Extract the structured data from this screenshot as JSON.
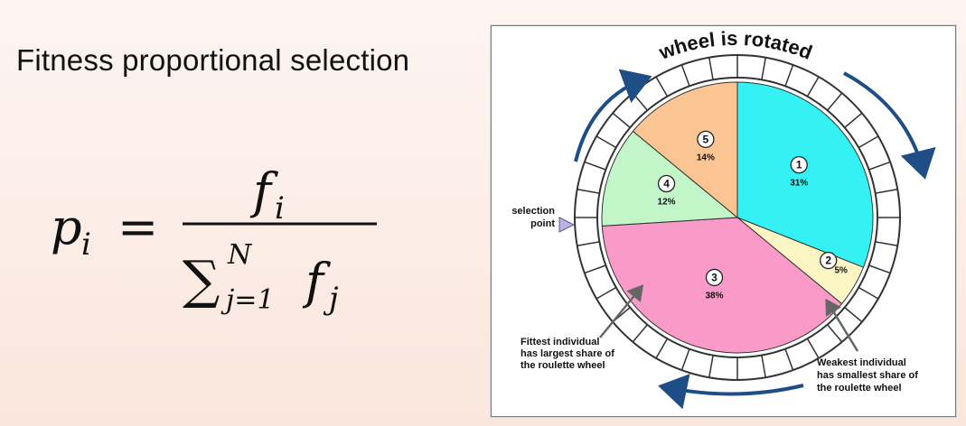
{
  "slide": {
    "title": "Fitness proportional selection"
  },
  "formula": {
    "lhs": "p",
    "lhs_sub": "i",
    "equals": "=",
    "numerator": "f",
    "numerator_sub": "i",
    "sum_symbol": "∑",
    "sum_lower": "j=1",
    "sum_upper": "N",
    "denominator": "f",
    "denominator_sub": "j"
  },
  "wheel": {
    "title": "wheel is rotated",
    "selection_point_line1": "selection",
    "selection_point_line2": "point",
    "fittest_line1": "Fittest individual",
    "fittest_line2": "has largest share of",
    "fittest_line3": "the roulette wheel",
    "weakest_line1": "Weakest individual",
    "weakest_line2": "has smallest share of",
    "weakest_line3": "the roulette wheel",
    "colors": {
      "arrow": "#1f4e87",
      "ring_border": "#333333"
    }
  },
  "chart_data": {
    "type": "pie",
    "slices": [
      {
        "id": "1",
        "percent": 31,
        "label": "31%",
        "color": "#34f2f4"
      },
      {
        "id": "2",
        "percent": 5,
        "label": "5%",
        "color": "#fbf6c4"
      },
      {
        "id": "3",
        "percent": 38,
        "label": "38%",
        "color": "#f99ac9"
      },
      {
        "id": "4",
        "percent": 12,
        "label": "12%",
        "color": "#c2f5c7"
      },
      {
        "id": "5",
        "percent": 14,
        "label": "14%",
        "color": "#fac592"
      }
    ]
  }
}
